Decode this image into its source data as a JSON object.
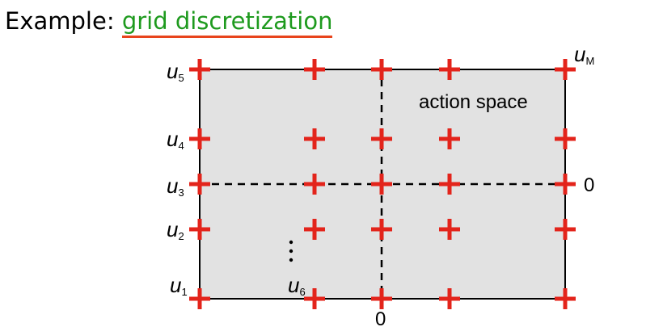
{
  "title": {
    "prefix": "Example:",
    "link": "grid discretization"
  },
  "diagram": {
    "region_label": "action space",
    "zero_x_label": "0",
    "zero_y_label": "0",
    "u_symbol": "u",
    "row_labels": [
      {
        "sub": "5"
      },
      {
        "sub": "4"
      },
      {
        "sub": "3"
      },
      {
        "sub": "2"
      },
      {
        "sub": "1"
      }
    ],
    "corner_label": {
      "sub": "M"
    },
    "inner_label": {
      "sub": "6"
    },
    "colors": {
      "region_fill": "#e2e2e2",
      "marker": "#e3241b",
      "link": "#1e9a1e",
      "underline": "#e8441c"
    }
  }
}
